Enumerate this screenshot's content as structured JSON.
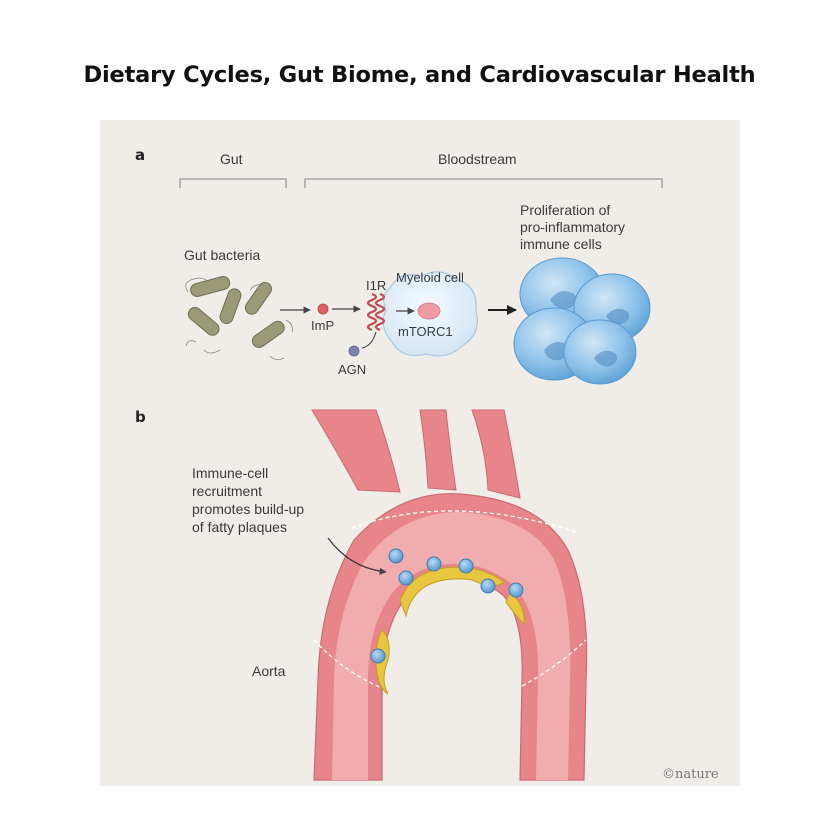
{
  "title": "Dietary Cycles, Gut Biome, and Cardiovascular Health",
  "panel_a": {
    "letter": "a",
    "gut_header": "Gut",
    "bloodstream_header": "Bloodstream",
    "gut_bacteria": "Gut bacteria",
    "imp": "ImP",
    "i1r": "I1R",
    "agn": "AGN",
    "myeloid_cell": "Myeloid cell",
    "mtorc1": "mTORC1",
    "proliferation_lines": [
      "Proliferation of",
      "pro-inflammatory",
      "immune cells"
    ]
  },
  "panel_b": {
    "letter": "b",
    "annotation_lines": [
      "Immune-cell",
      "recruitment",
      "promotes build-up",
      "of fatty plaques"
    ],
    "aorta": "Aorta"
  },
  "credit": "©nature",
  "colors": {
    "background": "#f0ede8",
    "aorta": "#e8858a",
    "aorta_inner": "#f2b3b4",
    "plaque": "#e8c640",
    "immune_cell": "#7fb6e0",
    "bacteria": "#9a9a78",
    "receptor": "#c0494c"
  }
}
